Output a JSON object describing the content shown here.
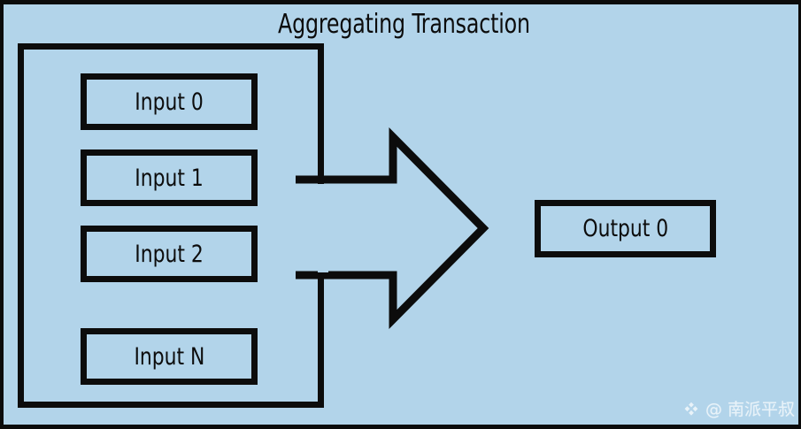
{
  "diagram": {
    "title": "Aggregating Transaction",
    "type": "block-diagram",
    "background_color": "#b2d4ea",
    "stroke_color": "#0c0c0c"
  },
  "container": {
    "name": "transaction-body"
  },
  "inputs": [
    {
      "label": "Input 0"
    },
    {
      "label": "Input 1"
    },
    {
      "label": "Input 2"
    },
    {
      "label": "Input N"
    }
  ],
  "arrow": {
    "name": "aggregation-arrow",
    "direction": "right"
  },
  "outputs": [
    {
      "label": "Output 0"
    }
  ],
  "watermark": {
    "logo": "binance-diamond-icon",
    "text": "@ 南派平叔",
    "color": "#ffffff"
  }
}
